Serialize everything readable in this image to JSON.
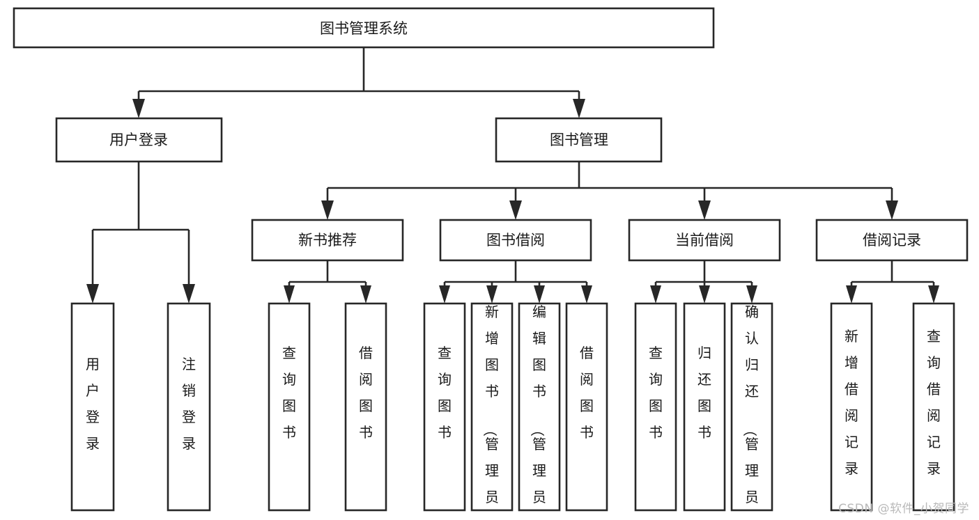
{
  "diagram": {
    "type": "hierarchy-tree",
    "title": "图书管理系统",
    "watermark": "CSDN @软件_小贺同学",
    "colors": {
      "stroke": "#272727",
      "fill": "#ffffff",
      "text": "#1a1a1a",
      "watermark": "#b9b9b9"
    },
    "root": {
      "label": "图书管理系统"
    },
    "level2": [
      {
        "label": "用户登录"
      },
      {
        "label": "图书管理"
      }
    ],
    "level3": [
      {
        "label": "新书推荐"
      },
      {
        "label": "图书借阅"
      },
      {
        "label": "当前借阅"
      },
      {
        "label": "借阅记录"
      }
    ],
    "leaves": {
      "user_login": [
        {
          "label": "用户登录"
        },
        {
          "label": "注销登录"
        }
      ],
      "new_book_recommend": [
        {
          "label": "查询图书"
        },
        {
          "label": "借阅图书"
        }
      ],
      "book_borrow": [
        {
          "label": "查询图书"
        },
        {
          "label": "新增图书（管理员）"
        },
        {
          "label": "编辑图书（管理员）"
        },
        {
          "label": "借阅图书"
        }
      ],
      "current_borrow": [
        {
          "label": "查询图书"
        },
        {
          "label": "归还图书"
        },
        {
          "label": "确认归还（管理员）"
        }
      ],
      "borrow_records": [
        {
          "label": "新增借阅记录"
        },
        {
          "label": "查询借阅记录"
        }
      ]
    }
  }
}
